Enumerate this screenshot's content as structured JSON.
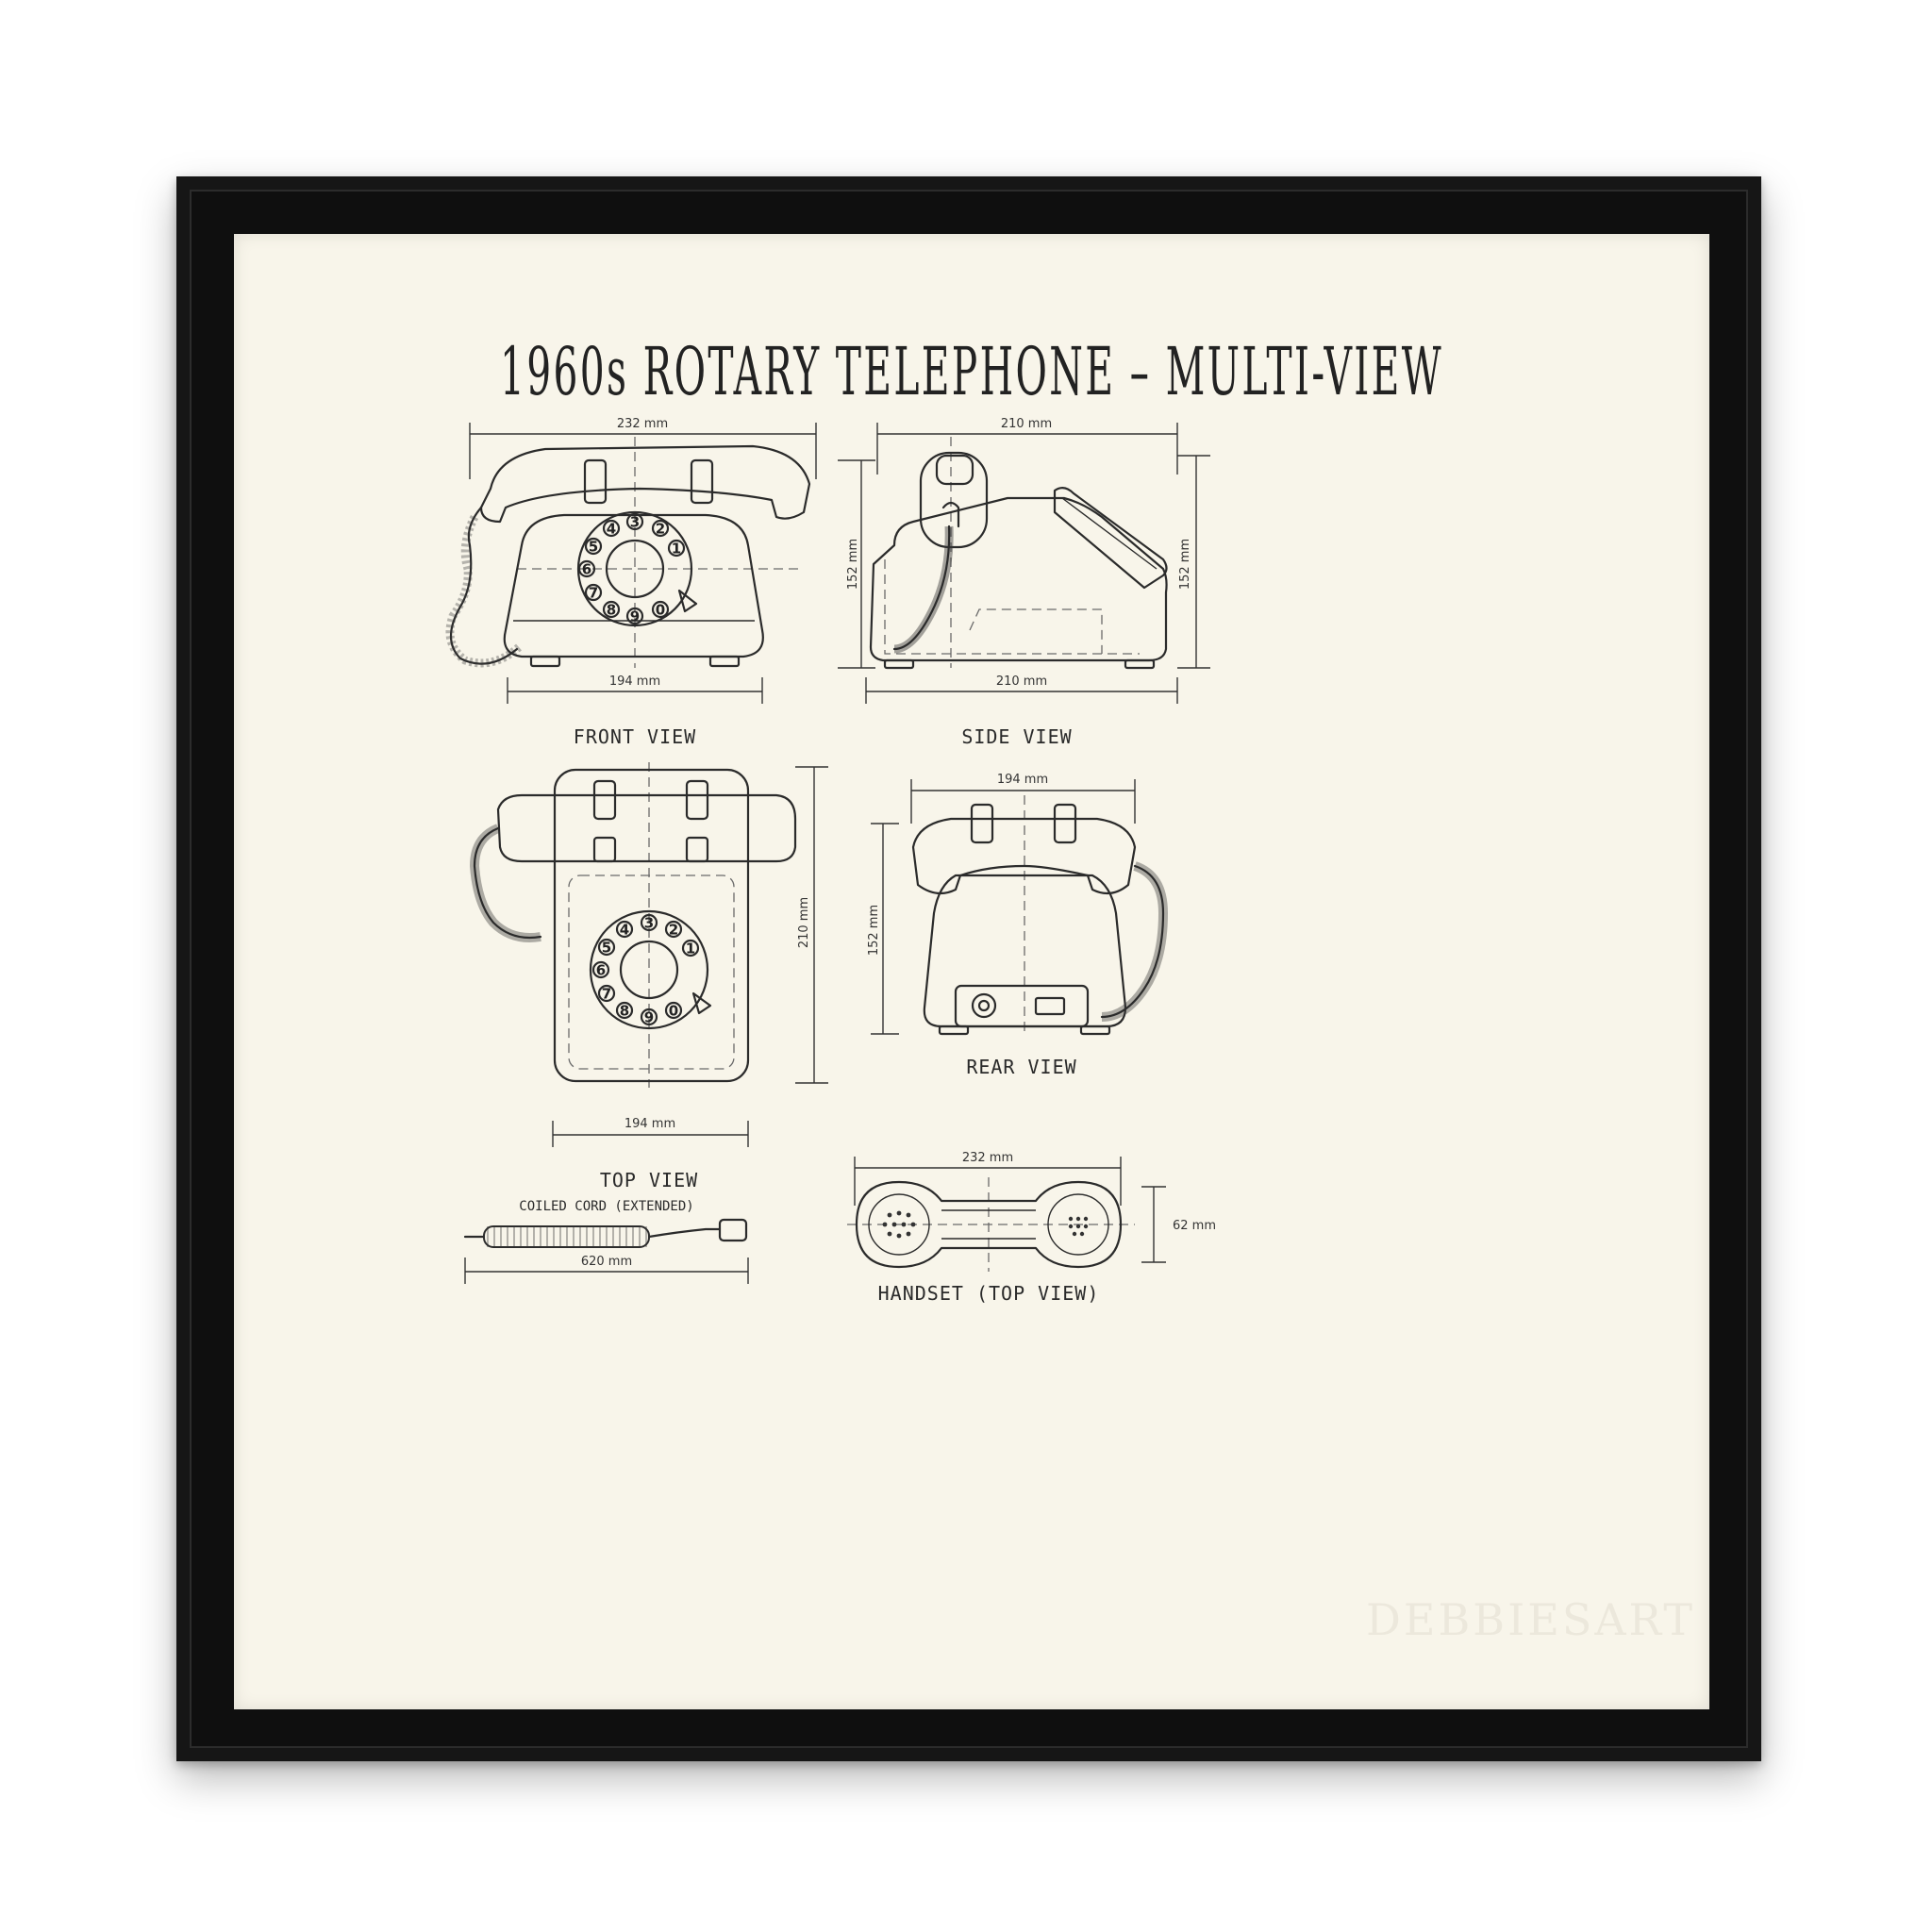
{
  "title": "1960s ROTARY TELEPHONE – MULTI-VIEW",
  "views": {
    "front": {
      "label": "FRONT VIEW",
      "width_top": "232 mm",
      "width_base": "194 mm",
      "height": "152 mm"
    },
    "side": {
      "label": "SIDE VIEW",
      "width_top": "210 mm",
      "width_base": "210 mm",
      "height": "152 mm"
    },
    "top": {
      "label": "TOP VIEW",
      "width_base": "194 mm",
      "height": "210 mm"
    },
    "rear": {
      "label": "REAR VIEW",
      "width_top": "194 mm",
      "height": "152 mm"
    },
    "cord": {
      "label": "COILED CORD (EXTENDED)",
      "length": "620 mm"
    },
    "handset": {
      "label": "HANDSET (TOP VIEW)",
      "width": "232 mm",
      "height": "62 mm"
    }
  },
  "dial_digits": [
    "1",
    "2",
    "3",
    "4",
    "5",
    "6",
    "7",
    "8",
    "9",
    "0"
  ],
  "watermark": "DEBBIESART",
  "colors": {
    "paper": "#f8f5ea",
    "ink": "#2b2b2b",
    "frame": "#161616"
  }
}
